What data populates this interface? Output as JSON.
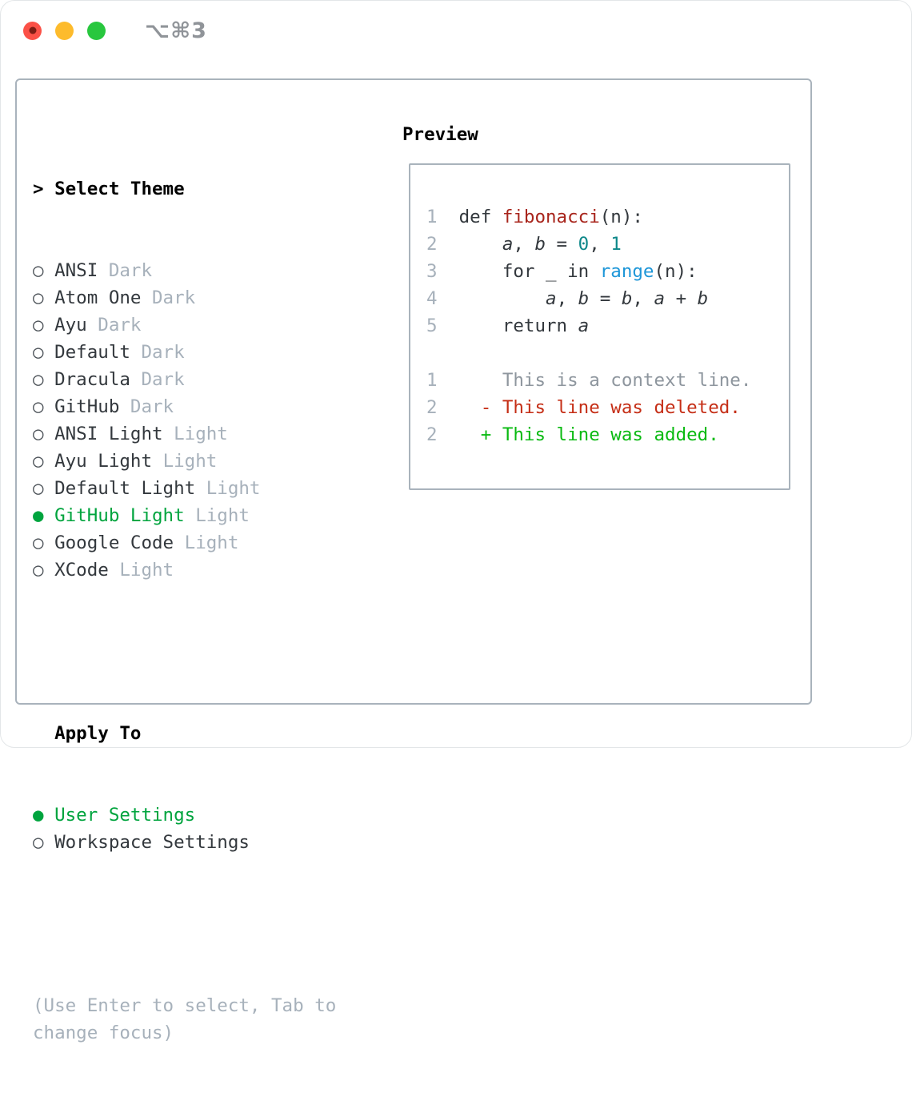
{
  "window": {
    "title": "⌥⌘3"
  },
  "titlebar": {
    "buttons": [
      {
        "name": "close-button"
      },
      {
        "name": "minimize-button"
      },
      {
        "name": "zoom-button"
      }
    ]
  },
  "icons": {
    "prompt": ">",
    "unselected_marker": "○",
    "selected_marker": "●"
  },
  "colors": {
    "selection_green": "#00a43e",
    "added_green": "#09ba11",
    "deleted_red": "#c52e16",
    "function_red": "#a8251c",
    "number_teal": "#0d8789",
    "call_blue": "#1d96d8",
    "muted_gray": "#a7b1bb",
    "context_gray": "#8e969e",
    "panel_border": "#a9b3bc",
    "text_dark": "#33383d"
  },
  "theme_panel": {
    "header": {
      "prompt": ">",
      "label": "Select Theme"
    },
    "themes": [
      {
        "name": "ANSI",
        "tag": "Dark",
        "selected": false
      },
      {
        "name": "Atom One",
        "tag": "Dark",
        "selected": false
      },
      {
        "name": "Ayu",
        "tag": "Dark",
        "selected": false
      },
      {
        "name": "Default",
        "tag": "Dark",
        "selected": false
      },
      {
        "name": "Dracula",
        "tag": "Dark",
        "selected": false
      },
      {
        "name": "GitHub",
        "tag": "Dark",
        "selected": false
      },
      {
        "name": "ANSI Light",
        "tag": "Light",
        "selected": false
      },
      {
        "name": "Ayu Light",
        "tag": "Light",
        "selected": false
      },
      {
        "name": "Default Light",
        "tag": "Light",
        "selected": false
      },
      {
        "name": "GitHub Light",
        "tag": "Light",
        "selected": true
      },
      {
        "name": "Google Code",
        "tag": "Light",
        "selected": false
      },
      {
        "name": "XCode",
        "tag": "Light",
        "selected": false
      }
    ],
    "apply_to": {
      "label": "Apply To",
      "options": [
        {
          "name": "User Settings",
          "selected": true
        },
        {
          "name": "Workspace Settings",
          "selected": false
        }
      ]
    },
    "hint_lines": [
      "(Use Enter to select, Tab to",
      "change focus)"
    ]
  },
  "preview": {
    "label": "Preview",
    "code_lines": [
      {
        "num": "1",
        "tokens": [
          [
            "def ",
            "code"
          ],
          [
            "fibonacci",
            "fn"
          ],
          [
            "(n):",
            "code"
          ]
        ]
      },
      {
        "num": "2",
        "tokens": [
          [
            "    ",
            "code"
          ],
          [
            "a",
            "var"
          ],
          [
            ", ",
            "code"
          ],
          [
            "b",
            "var"
          ],
          [
            " = ",
            "code"
          ],
          [
            "0",
            "num"
          ],
          [
            ", ",
            "code"
          ],
          [
            "1",
            "num"
          ]
        ]
      },
      {
        "num": "3",
        "tokens": [
          [
            "    for _ in ",
            "code"
          ],
          [
            "range",
            "call"
          ],
          [
            "(n):",
            "code"
          ]
        ]
      },
      {
        "num": "4",
        "tokens": [
          [
            "        ",
            "code"
          ],
          [
            "a",
            "var"
          ],
          [
            ", ",
            "code"
          ],
          [
            "b",
            "var"
          ],
          [
            " = ",
            "code"
          ],
          [
            "b",
            "var"
          ],
          [
            ", ",
            "code"
          ],
          [
            "a",
            "var"
          ],
          [
            " + ",
            "code"
          ],
          [
            "b",
            "var"
          ]
        ]
      },
      {
        "num": "5",
        "tokens": [
          [
            "    return ",
            "code"
          ],
          [
            "a",
            "var"
          ]
        ]
      },
      {
        "num": "",
        "tokens": []
      },
      {
        "num": "1",
        "tokens": [
          [
            "    This is a context line.",
            "context"
          ]
        ]
      },
      {
        "num": "2",
        "tokens": [
          [
            "  - This line was deleted.",
            "deleted"
          ]
        ]
      },
      {
        "num": "2",
        "tokens": [
          [
            "  + This line was added.",
            "added"
          ]
        ]
      }
    ]
  }
}
